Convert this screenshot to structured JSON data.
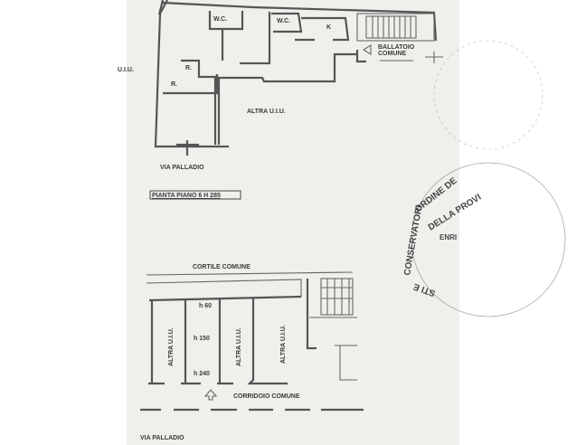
{
  "floor_plan": {
    "upper": {
      "rooms": [
        "W.C.",
        "W.C.",
        "K",
        "R.",
        "R."
      ],
      "ballatoio": [
        "BALLATOIO",
        "COMUNE"
      ],
      "left_cut_label": "U.I.U.",
      "altra": "ALTRA U.I.U.",
      "street": "VIA PALLADIO",
      "title": "PIANTA PIANO 6 H 285"
    },
    "lower": {
      "cortile": "CORTILE COMUNE",
      "altra": [
        "ALTRA U.I.U.",
        "ALTRA U.I.U.",
        "ALTRA U.I.U."
      ],
      "heights": [
        "h 60",
        "h 150",
        "h 240"
      ],
      "corridoio": "CORRIDOIO COMUNE",
      "street": "VIA PALLADIO"
    },
    "stamp": [
      "ORDINE DE",
      "DELLA PROVI",
      "ENRI",
      "CONSERVATORI",
      "STI E"
    ]
  },
  "colors": {
    "paper": "#efefec",
    "ink": "#4a4a4a"
  }
}
